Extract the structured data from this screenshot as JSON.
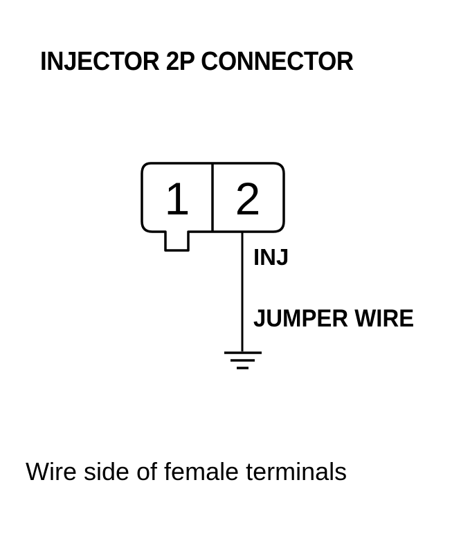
{
  "title": "INJECTOR 2P CONNECTOR",
  "connector": {
    "pins": [
      "1",
      "2"
    ]
  },
  "wire_labels": {
    "signal": "INJ",
    "jumper": "JUMPER WIRE"
  },
  "caption": "Wire side of female terminals",
  "colors": {
    "line": "#000000",
    "background": "#ffffff"
  },
  "icons": {
    "ground": "ground-symbol-icon"
  }
}
